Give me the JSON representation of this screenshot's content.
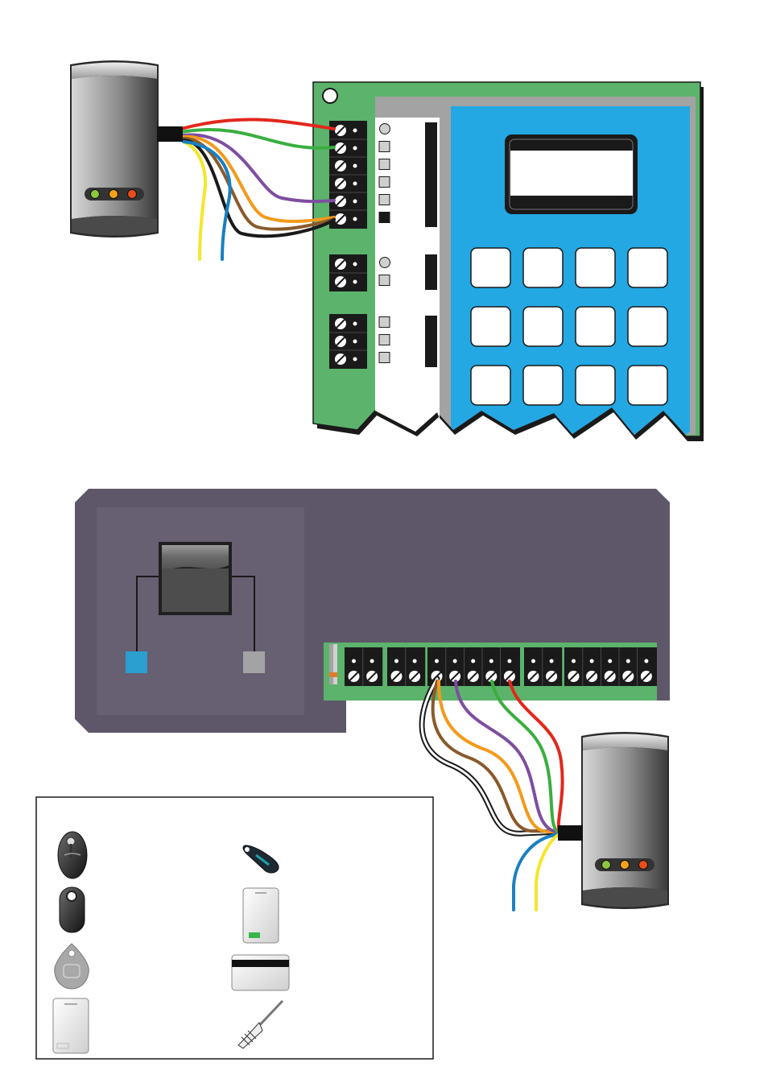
{
  "colors": {
    "board_green": "#5cb36b",
    "panel_blue": "#23a8e3",
    "panel_grey": "#a3a3a3",
    "controller_body": "#5e5769",
    "controller_inset": "#675f72",
    "wire_red": "#e2271c",
    "wire_green": "#3aae3f",
    "wire_purple": "#7e4ea0",
    "wire_brown": "#8a5a2b",
    "wire_orange": "#f39a1b",
    "wire_black": "#1a1a1a",
    "wire_yellow": "#f4e62b",
    "wire_blue": "#1a7fc0",
    "led_green": "#8dc63f",
    "led_amber": "#f7a21b",
    "led_red": "#e84e1b"
  },
  "keypad": {
    "rows": 3,
    "cols": 4
  },
  "top_board": {
    "terminal_groups": [
      6,
      2,
      3
    ],
    "indicator_shapes": [
      "circle",
      "square",
      "square",
      "square",
      "square",
      "filled",
      "circle",
      "square",
      "square",
      "square",
      "square"
    ]
  },
  "bottom_controller": {
    "terminal_groups": [
      2,
      2,
      5,
      2,
      5
    ],
    "connector_colors": [
      "blue",
      "grey"
    ]
  },
  "credentials": {
    "items": [
      "key-fob-dark",
      "slim-fob",
      "teardrop-tag",
      "clamshell-card",
      "pendant-fob",
      "iso-card",
      "magstripe-card",
      "screwdriver"
    ]
  }
}
